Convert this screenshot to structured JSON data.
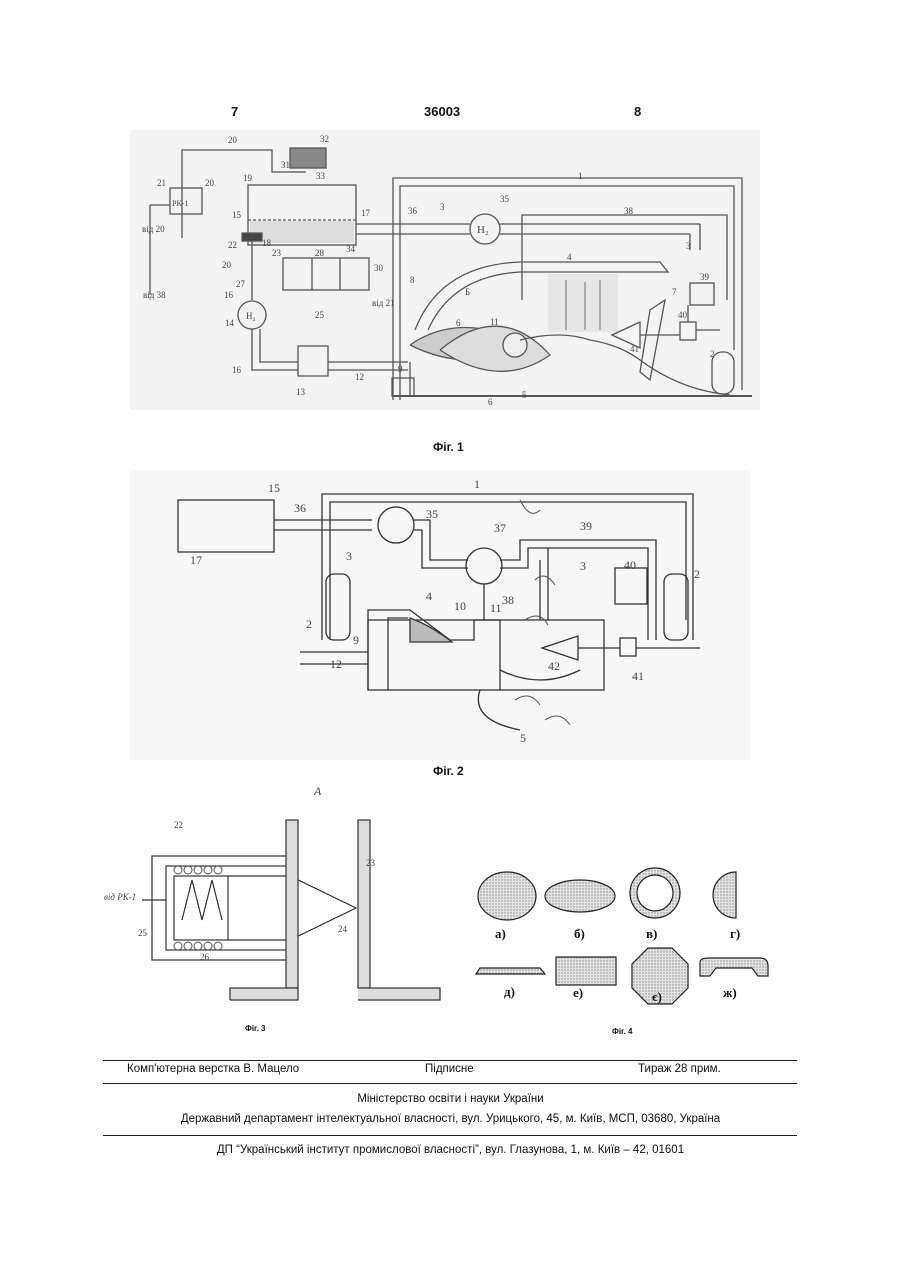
{
  "header": {
    "left_page": "7",
    "patent_number": "36003",
    "right_page": "8"
  },
  "fig1": {
    "caption": "Фіг. 1",
    "labels": [
      "20",
      "32",
      "21",
      "РК-1",
      "20",
      "19",
      "31",
      "33",
      "1",
      "15",
      "17",
      "36",
      "3",
      "35",
      "38",
      "3",
      "22",
      "18",
      "23",
      "28",
      "34",
      "20",
      "27",
      "25",
      "30",
      "16",
      "Н₂",
      "14",
      "8",
      "6",
      "4",
      "7",
      "39",
      "40",
      "41",
      "11",
      "2",
      "13",
      "16",
      "12",
      "9",
      "5",
      "6",
      "Б"
    ]
  },
  "fig2": {
    "caption": "Фіг. 2",
    "labels": [
      "15",
      "1",
      "36",
      "35",
      "37",
      "39",
      "17",
      "3",
      "3",
      "40",
      "2",
      "2",
      "9",
      "4",
      "10",
      "11",
      "38",
      "12",
      "42",
      "41",
      "5"
    ]
  },
  "fig3": {
    "caption": "Фіг. 3",
    "view_label": "А",
    "labels": [
      "22",
      "23",
      "від РК-1",
      "25",
      "24",
      "26"
    ]
  },
  "fig4": {
    "caption": "Фіг. 4",
    "labels": [
      "а)",
      "б)",
      "в)",
      "г)",
      "д)",
      "е)",
      "є)",
      "ж)"
    ]
  },
  "footer": {
    "layout": "Комп'ютерна верстка В. Мацело",
    "signed": "Підписне",
    "circulation": "Тираж 28 прим.",
    "ministry": "Міністерство освіти і науки України",
    "department": "Державний департамент інтелектуальної власності, вул. Урицького, 45, м. Київ, МСП, 03680, Україна",
    "institute": "ДП “Український інститут промислової власності”, вул. Глазунова, 1, м. Київ – 42, 01601"
  }
}
